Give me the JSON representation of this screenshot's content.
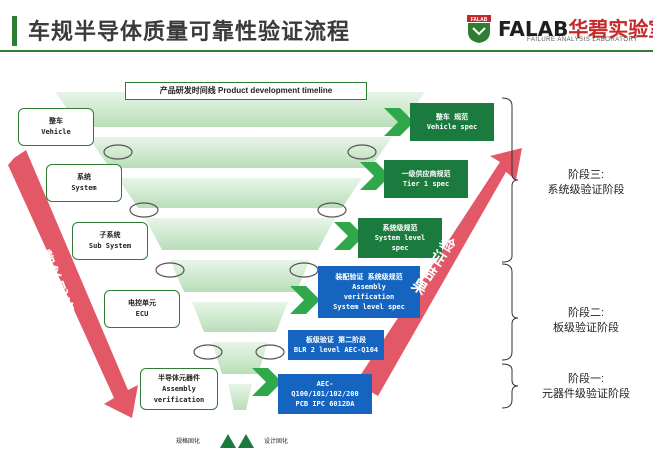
{
  "header": {
    "title": "车规半导体质量可靠性验证流程",
    "logo_text": "FALAB",
    "logo_cn": "华碧实验室",
    "logo_sub": "FAILURE ANALYSIS LABORATORY",
    "logo_badge": "FALAB"
  },
  "timeline_label": "产品研发时间线 Product development timeline",
  "left_levels": [
    {
      "cn": "整车",
      "en": "Vehicle"
    },
    {
      "cn": "系统",
      "en": "System"
    },
    {
      "cn": "子系统",
      "en": "Sub System"
    },
    {
      "cn": "电控单元",
      "en": "ECU"
    },
    {
      "cn": "半导体元器件",
      "en1": "Assembly",
      "en2": "verification"
    }
  ],
  "right_specs": [
    {
      "line1": "整车 规范",
      "line2": "Vehicle spec"
    },
    {
      "line1": "一级供应商规范",
      "line2": "Tier 1 spec"
    },
    {
      "line1": "系统级规范",
      "line2": "System level",
      "line3": "spec"
    },
    {
      "line1": "装配验证 系统级规范",
      "line2": "Assembly",
      "line3": "verification",
      "line4": "System level spec"
    },
    {
      "line1": "板级验证 第二阶段",
      "line2": "BLR 2 level AEC-Q104"
    },
    {
      "line1": "AEC-",
      "line2": "Q100/101/102/200",
      "line3": "PCB IPC 6012DA"
    }
  ],
  "left_arrow_label": [
    "需",
    "求",
    "规",
    "格"
  ],
  "right_arrow_label": [
    "验",
    "证",
    "结",
    "果"
  ],
  "phases": [
    {
      "line1": "阶段三:",
      "line2": "系统级验证阶段"
    },
    {
      "line1": "阶段二:",
      "line2": "板级验证阶段"
    },
    {
      "line1": "阶段一:",
      "line2": "元器件级验证阶段"
    }
  ],
  "bottom": {
    "left": "规格固化",
    "right": "设计固化"
  },
  "colors": {
    "accent_green": "#1b7a3e",
    "blue": "#1565c0",
    "arrow_red": "#e25866",
    "funnel_green": "#c7e8c7"
  }
}
